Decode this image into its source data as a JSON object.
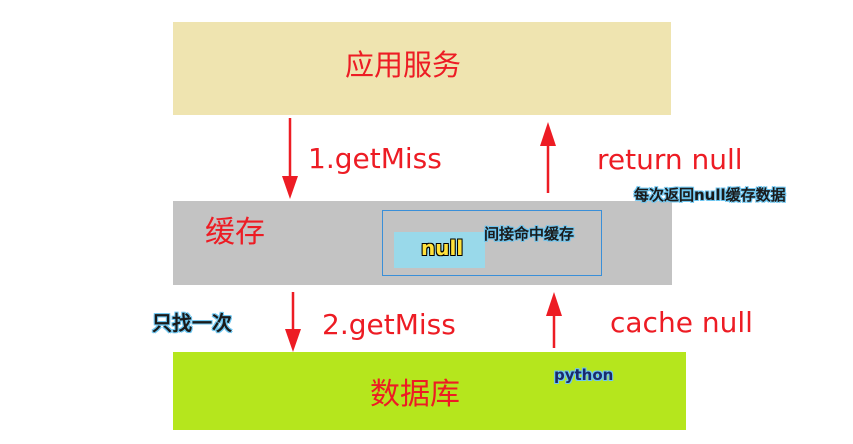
{
  "layers": {
    "app": "应用服务",
    "cache": "缓存",
    "database": "数据库"
  },
  "flow": {
    "step1": "1.getMiss",
    "step2": "2.getMiss",
    "return_null": "return null",
    "cache_null": "cache null"
  },
  "cache_contents": {
    "null_value": "null",
    "indirect_hit": "间接命中缓存"
  },
  "annotations": {
    "each_return_null": "每次返回null缓存数据",
    "query_once": "只找一次",
    "python": "python"
  },
  "colors": {
    "app_fill": "#efe4b0",
    "cache_fill": "#c3c3c3",
    "database_fill": "#b5e61d",
    "arrow": "#ed1c24",
    "label_red": "#ed1c24",
    "null_box": "#99d9ea"
  }
}
